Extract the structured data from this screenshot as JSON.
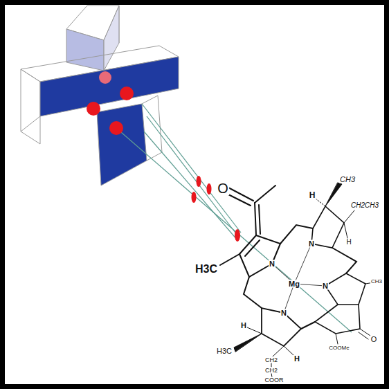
{
  "diagram": {
    "labels": [
      "O",
      "CH3",
      "H",
      "CH2CH3",
      "H",
      "H3C",
      "N",
      "N",
      "Mg",
      "N",
      "N",
      "CH3",
      "O",
      "COOMe",
      "H",
      "H3C",
      "H",
      "CH2",
      "CH2",
      "COOR"
    ]
  }
}
